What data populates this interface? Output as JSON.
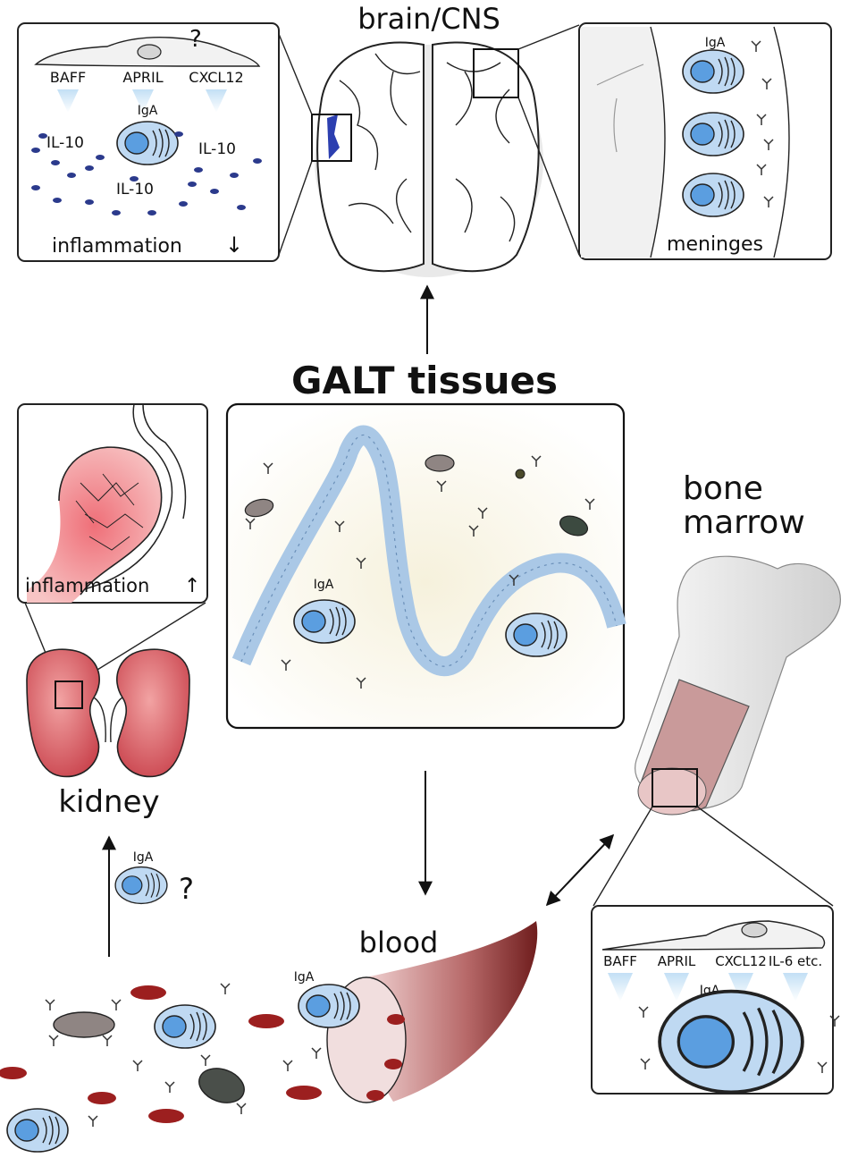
{
  "labels": {
    "brain": "brain/CNS",
    "galt": "GALT tissues",
    "bone_marrow_1": "bone",
    "bone_marrow_2": "marrow",
    "kidney": "kidney",
    "blood": "blood",
    "meninges": "meninges",
    "iga": "IgA",
    "question": "?"
  },
  "brain_inset": {
    "factors": [
      "BAFF",
      "APRIL",
      "CXCL12"
    ],
    "question": "?",
    "cytokine": "IL-10",
    "footer": "inflammation",
    "trend_arrow": "↓"
  },
  "kidney_inset": {
    "footer": "inflammation",
    "trend_arrow": "↑"
  },
  "bone_marrow_inset": {
    "factors": [
      "BAFF",
      "APRIL",
      "CXCL12",
      "IL-6 etc."
    ]
  },
  "colors": {
    "plasma_cell": "#bfd9f2",
    "nucleus": "#5b9ee0",
    "red_blood_cell": "#9c1f1f",
    "kidney": "#d9545c",
    "epithelium": "#aac8e6"
  },
  "icons": [
    "antibody-icon",
    "plasma-cell-icon",
    "bacterium-icon",
    "red-blood-cell-icon",
    "arrow-icon"
  ]
}
